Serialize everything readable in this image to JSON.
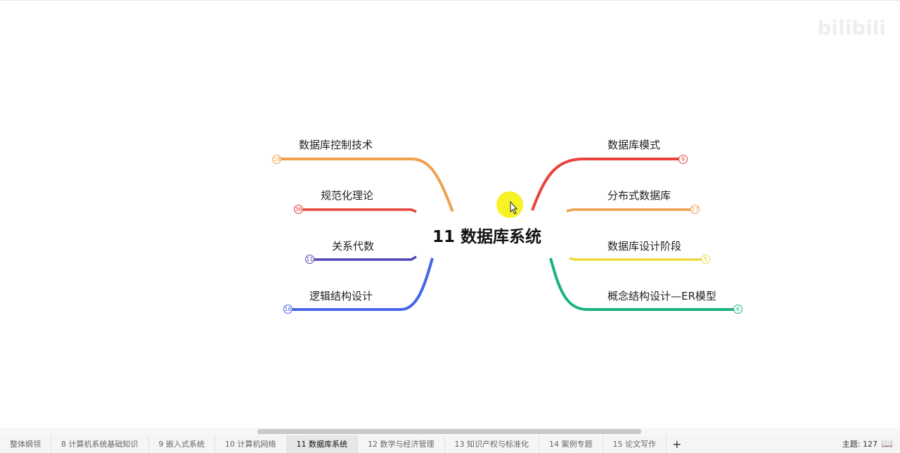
{
  "watermark": "bilibili",
  "center": {
    "title": "11 数据库系统"
  },
  "colors": {
    "orange": "#f0a050",
    "red": "#e8423a",
    "purple": "#5046b4",
    "blue": "#4466e8",
    "yellow": "#f0d840",
    "green": "#1ab37a",
    "cursor_highlight": "#f5f000"
  },
  "left": [
    {
      "label": "数据库控制技术",
      "count": "18"
    },
    {
      "label": "规范化理论",
      "count": "36"
    },
    {
      "label": "关系代数",
      "count": "11"
    },
    {
      "label": "逻辑结构设计",
      "count": "16"
    }
  ],
  "right": [
    {
      "label": "数据库模式",
      "count": "9"
    },
    {
      "label": "分布式数据库",
      "count": "17"
    },
    {
      "label": "数据库设计阶段",
      "count": "5"
    },
    {
      "label": "概念结构设计—ER模型",
      "count": "6"
    }
  ],
  "tabs": [
    "整体纲领",
    "8 计算机系统基础知识",
    "9 嵌入式系统",
    "10 计算机网络",
    "11 数据库系统",
    "12 数学与经济管理",
    "13 知识产权与标准化",
    "14 案例专题",
    "15 论文写作"
  ],
  "active_tab": "11 数据库系统",
  "add_tab": "+",
  "status": {
    "topics": "主题: 127"
  }
}
